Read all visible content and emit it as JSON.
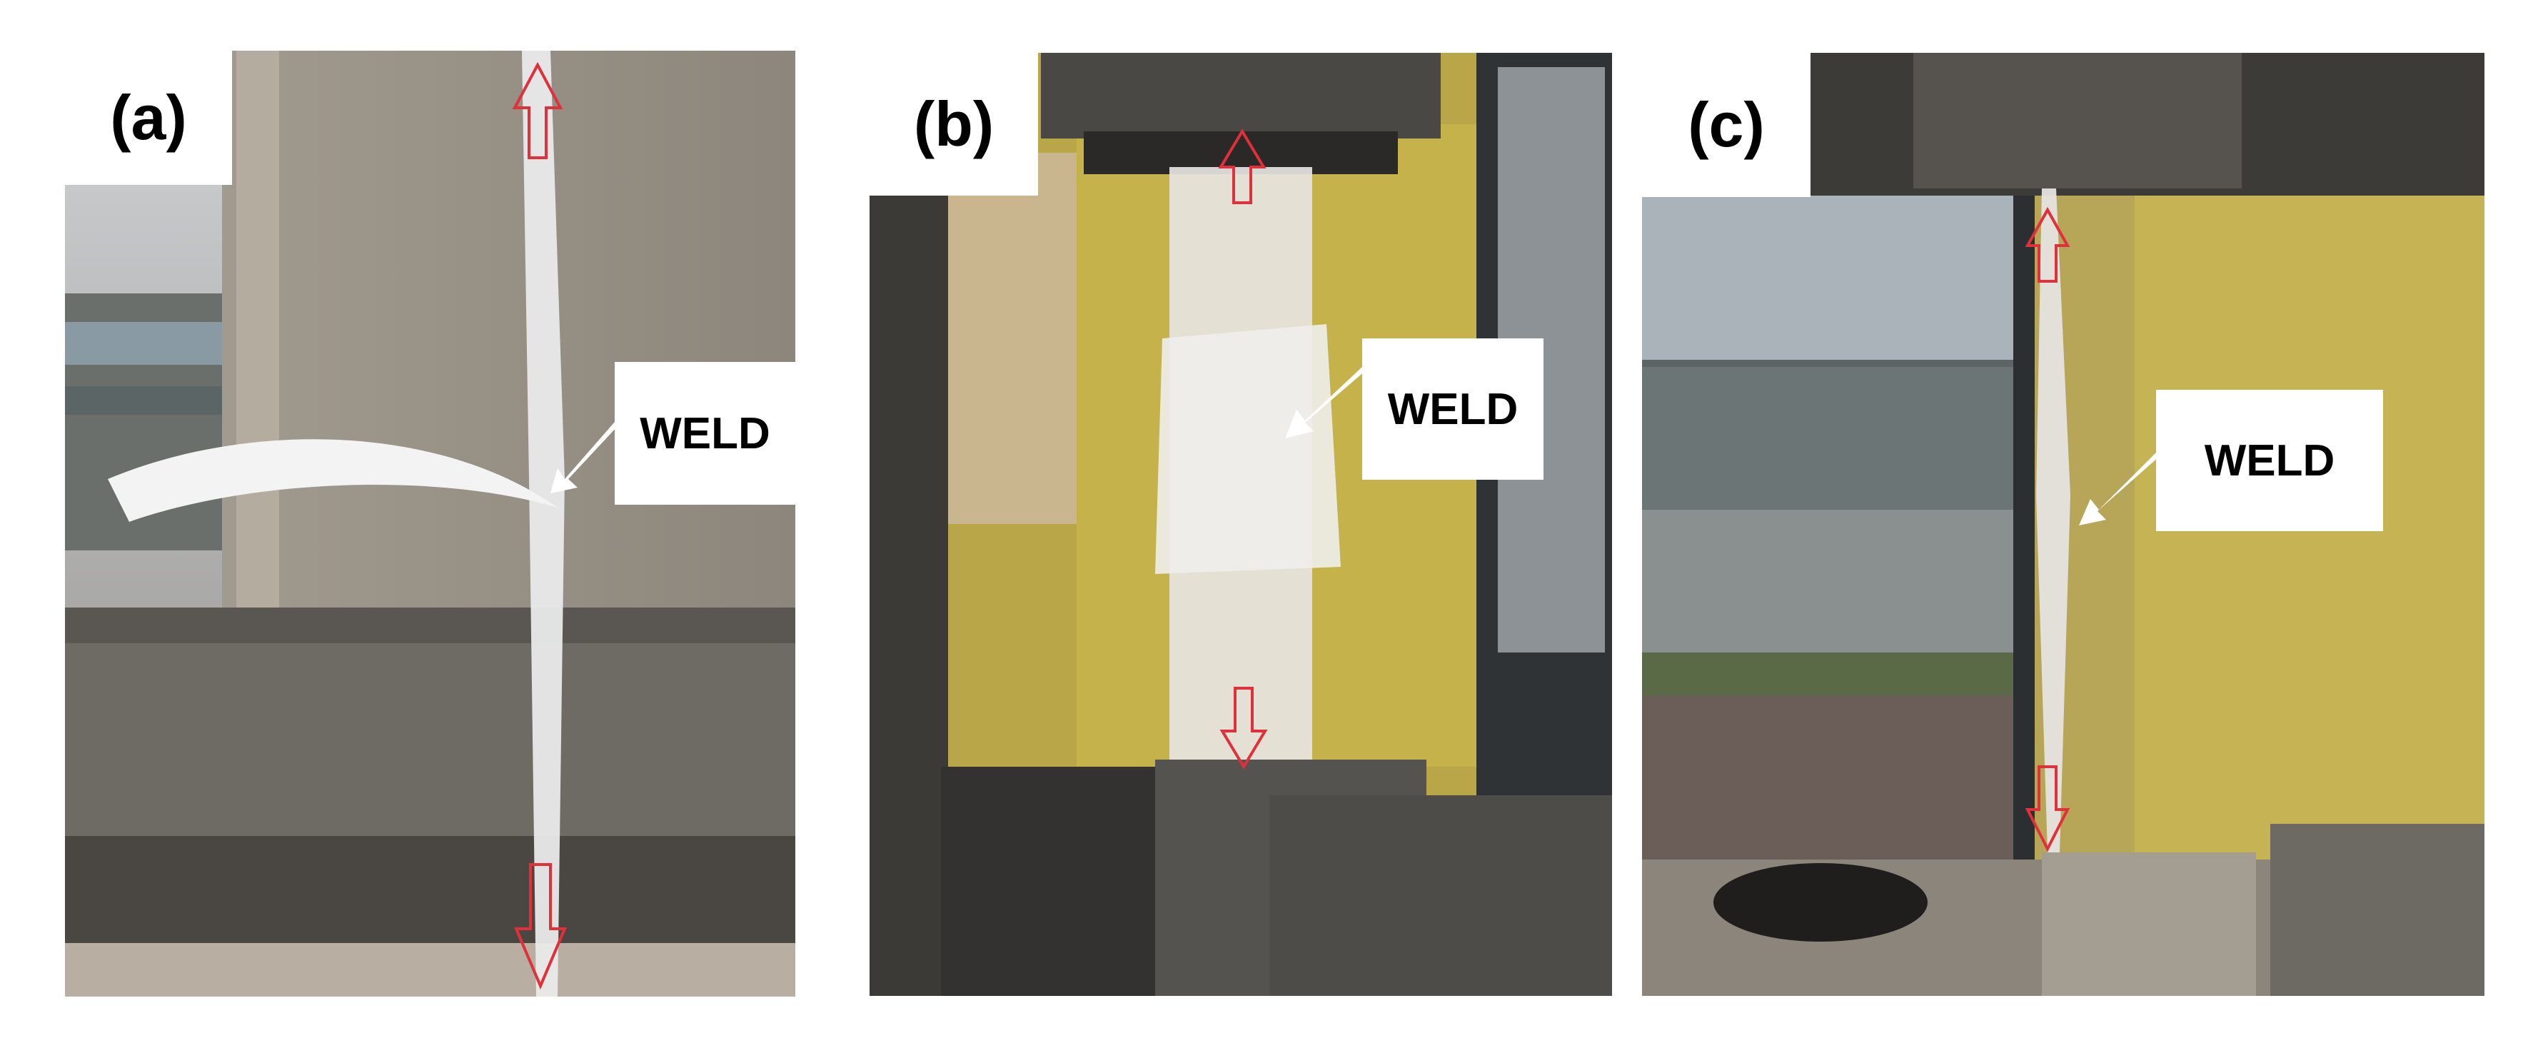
{
  "figure": {
    "panels": [
      {
        "label": "(a)",
        "annotation": "WELD"
      },
      {
        "label": "(b)",
        "annotation": "WELD"
      },
      {
        "label": "(c)",
        "annotation": "WELD"
      }
    ],
    "colors": {
      "tension_arrow": "#e0303a",
      "weld_arrow": "#ffffff",
      "label_background": "#ffffff",
      "label_text": "#000000"
    },
    "icons": [
      "tension-arrow-up-icon",
      "tension-arrow-down-icon",
      "weld-pointer-arrow-icon"
    ]
  }
}
